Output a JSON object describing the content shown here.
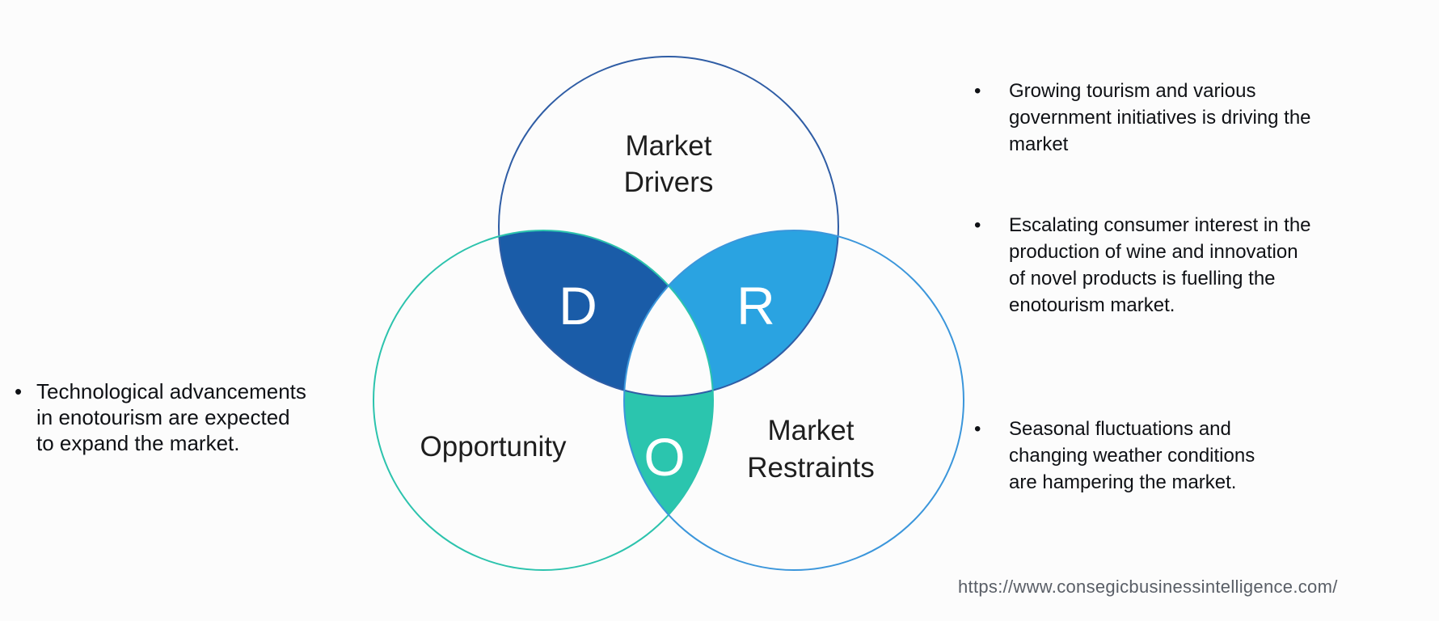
{
  "colors": {
    "background": "#fcfcfc",
    "region_d_fill": "#1a5ca8",
    "region_r_fill": "#2aa3e1",
    "region_o_fill": "#2bc5ae",
    "drivers_stroke": "#2f5da5",
    "opportunity_stroke": "#2cc3ad",
    "restraints_stroke": "#3b96db"
  },
  "venn": {
    "circles": {
      "drivers": {
        "label": "Market\nDrivers"
      },
      "opportunity": {
        "label": "Opportunity"
      },
      "restraints": {
        "label": "Market\nRestraints"
      }
    },
    "regions": {
      "d": {
        "letter": "D"
      },
      "r": {
        "letter": "R"
      },
      "o": {
        "letter": "O"
      }
    }
  },
  "bullets": {
    "marker": "•",
    "left": {
      "text": "Technological advancements\nin enotourism are expected\nto expand the market."
    },
    "right": [
      {
        "text": "Growing tourism and various\ngovernment initiatives is driving the\nmarket"
      },
      {
        "text": "Escalating consumer interest in the\nproduction of wine and innovation\nof novel products is fuelling the\nenotourism market."
      },
      {
        "text": "Seasonal fluctuations and\nchanging weather conditions\nare hampering the market."
      }
    ]
  },
  "footer": {
    "url": "https://www.consegicbusinessintelligence.com/"
  }
}
